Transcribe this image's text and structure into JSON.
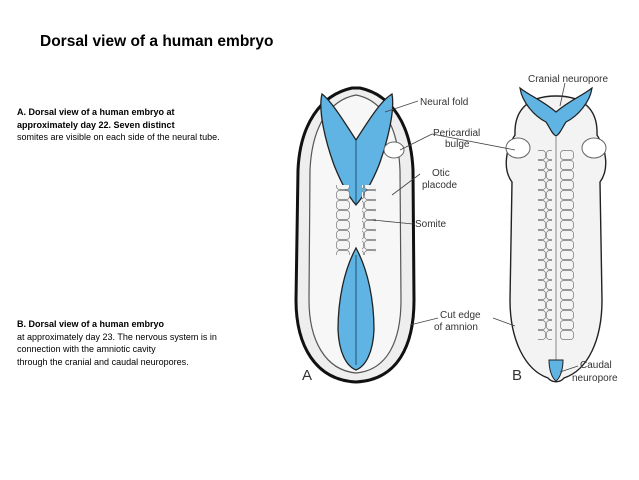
{
  "title": "Dorsal view of a human embryo",
  "caption_a": {
    "line1": "A. Dorsal view of a human embryo at",
    "line2": "approximately day 22. Seven distinct",
    "line3": "somites are visible on each side of the neural tube."
  },
  "caption_b": {
    "line1": "B. Dorsal view of a human embryo",
    "line2": "at approximately day 23. The nervous system is in",
    "line3": "connection with the amniotic cavity",
    "line4": "through the cranial and caudal neuropores."
  },
  "figure": {
    "labels": {
      "cranial_neuropore": "Cranial neuropore",
      "neural_fold": "Neural fold",
      "pericardial_1": "Pericardial",
      "pericardial_2": "bulge",
      "otic_1": "Otic",
      "otic_2": "placode",
      "somite": "Somite",
      "cut_edge_1": "Cut edge",
      "cut_edge_2": "of amnion",
      "caudal_1": "Caudal",
      "caudal_2": "neuropore",
      "panel_a": "A",
      "panel_b": "B"
    },
    "colors": {
      "neural_tissue": "#5fb4e3",
      "outline": "#222222"
    }
  }
}
